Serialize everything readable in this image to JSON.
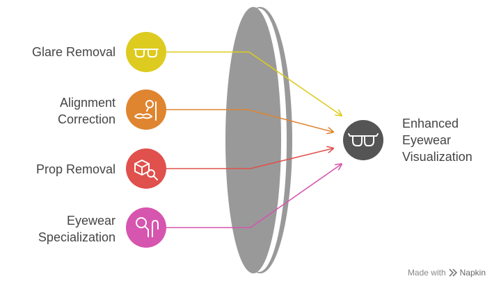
{
  "inputs": [
    {
      "label": "Glare Removal",
      "color": "#DDCB1F",
      "icon": "glasses-icon"
    },
    {
      "label": "Alignment\nCorrection",
      "color": "#DF8530",
      "icon": "monocle-mustache-icon"
    },
    {
      "label": "Prop Removal",
      "color": "#E0504C",
      "icon": "box-magnifier-icon"
    },
    {
      "label": "Eyewear\nSpecialization",
      "color": "#D655AE",
      "icon": "monocle-icon"
    }
  ],
  "output": {
    "label": "Enhanced\nEyewear\nVisualization",
    "color": "#555555",
    "icon": "glasses-icon"
  },
  "lens_color": "#999999",
  "footer": {
    "made_with": "Made with",
    "brand": "Napkin",
    "icon": "napkin-logo-icon"
  }
}
